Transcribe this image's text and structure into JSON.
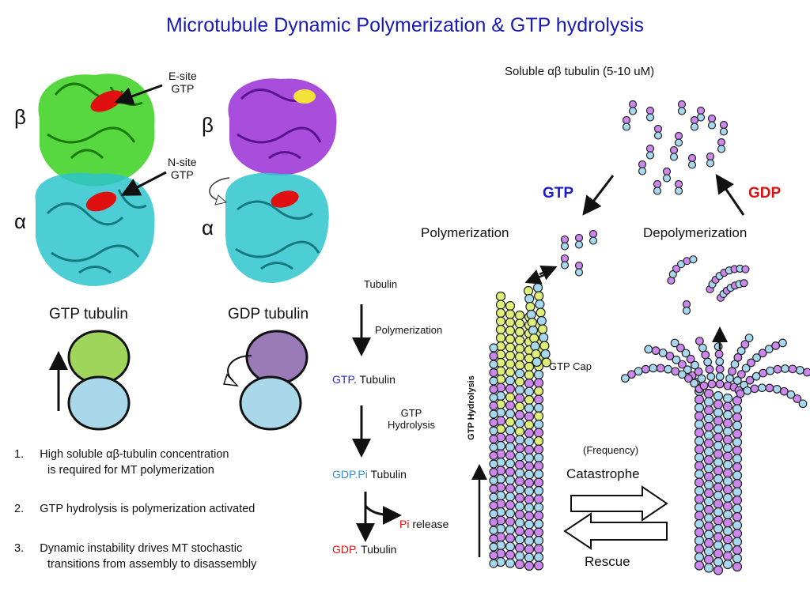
{
  "title": "Microtubule Dynamic Polymerization & GTP hydrolysis",
  "structures": {
    "beta_symbol": "β",
    "alpha_symbol": "α",
    "esite_line1": "E-site",
    "esite_line2": "GTP",
    "nsite_line1": "N-site",
    "nsite_line2": "GTP",
    "gtp_tubulin": "GTP tubulin",
    "gdp_tubulin": "GDP tubulin"
  },
  "statements": [
    {
      "num": "1.",
      "line1": "High soluble αβ-tubulin concentration",
      "line2": "is required for MT polymerization"
    },
    {
      "num": "2.",
      "line1": "GTP hydrolysis is polymerization activated",
      "line2": ""
    },
    {
      "num": "3.",
      "line1": "Dynamic instability drives MT stochastic",
      "line2": "transitions from assembly to disassembly"
    }
  ],
  "flow": {
    "tubulin": "Tubulin",
    "polymerization": "Polymerization",
    "gtp_tubulin_prefix": "GTP",
    "gtp_tubulin_suffix": ". Tubulin",
    "gtp_hydrolysis_line1": "GTP",
    "gtp_hydrolysis_line2": "Hydrolysis",
    "gdppi_prefix": "GDP.Pi",
    "gdppi_suffix": " Tubulin",
    "pi_prefix": "Pi",
    "pi_suffix": " release",
    "gdp_prefix": "GDP",
    "gdp_suffix": ". Tubulin"
  },
  "dynamics": {
    "soluble": "Soluble αβ tubulin  (5-10 uM)",
    "gtp": "GTP",
    "gdp": "GDP",
    "polymerization": "Polymerization",
    "depolymerization": "Depolymerization",
    "gtp_cap": "GTP Cap",
    "gtp_hydrolysis_vertical": "GTP Hydrolysis",
    "frequency": "(Frequency)",
    "catastrophe": "Catastrophe",
    "rescue": "Rescue"
  },
  "colors": {
    "title": "#1a1ab8",
    "gtp_label": "#1a1ad0",
    "gdp_label": "#e01010",
    "gtp_text": "#2a2ad0",
    "gdppi_text": "#3a8fd0",
    "red_text": "#e01010",
    "beta_green": "#3bd11e",
    "beta_purple": "#9a2fd6",
    "alpha_cyan": "#2ec4cc",
    "gtp_ball": "#9ed55a",
    "gdp_ball": "#9b7ab8",
    "alpha_ball": "#a8d8ea",
    "tubulin_beta": "#cc88ee",
    "tubulin_alpha": "#a8d8f0",
    "cap_yellow": "#dff07a"
  }
}
